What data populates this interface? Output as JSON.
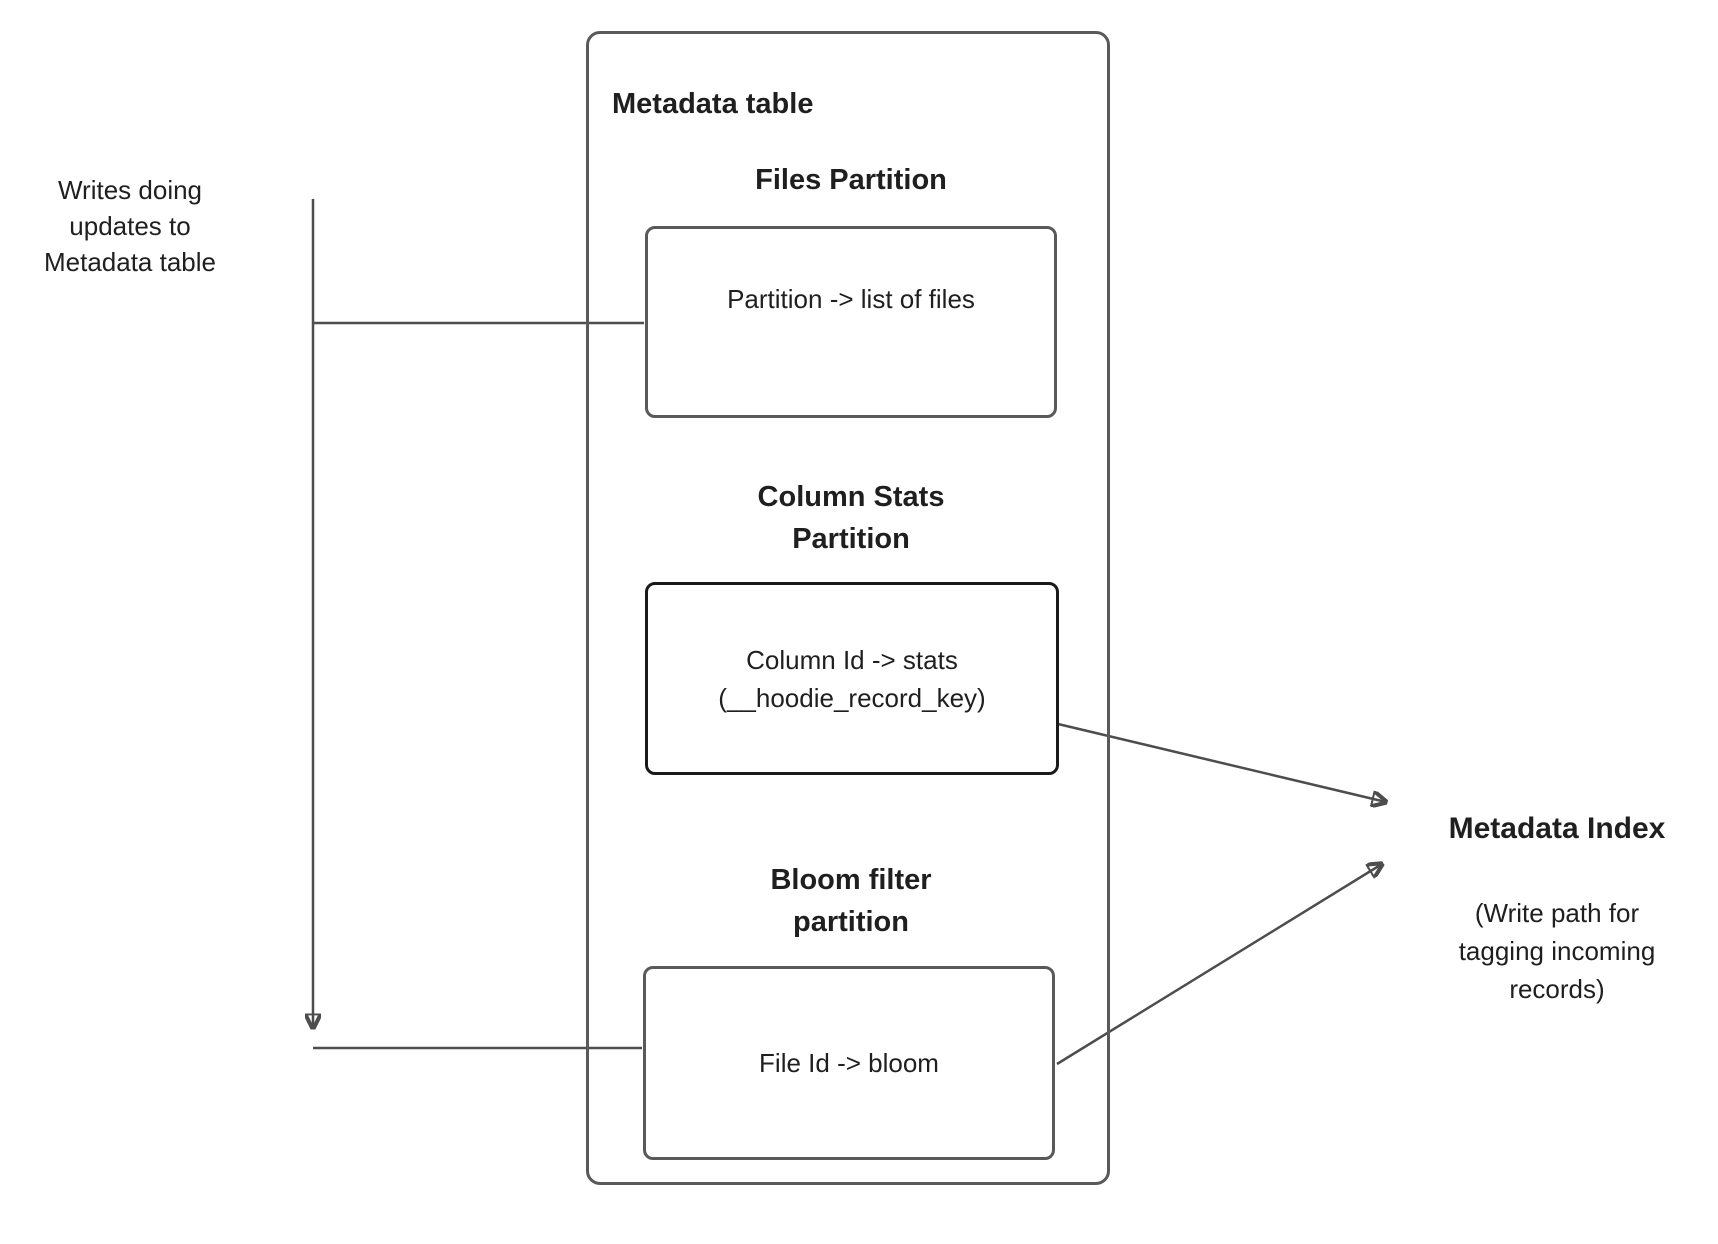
{
  "writes_label": "Writes doing\nupdates to\nMetadata table",
  "metadata_table": {
    "title": "Metadata table",
    "files": {
      "heading": "Files Partition",
      "content": "Partition -> list of files"
    },
    "column_stats": {
      "heading": "Column Stats\nPartition",
      "content": "Column Id  -> stats\n(__hoodie_record_key)"
    },
    "bloom": {
      "heading": "Bloom filter\npartition",
      "content": "File Id -> bloom"
    }
  },
  "metadata_index": {
    "title": "Metadata Index",
    "subtitle": "(Write path for\ntagging incoming\nrecords)"
  },
  "colors": {
    "background": "#ffffff",
    "line": "#4d4d4d",
    "box_border": "#595959",
    "column_stats_border": "#1a1a1a",
    "text": "#1f1f1f"
  }
}
